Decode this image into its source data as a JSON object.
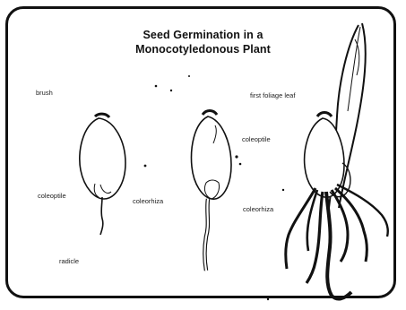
{
  "diagram": {
    "title_line1": "Seed Germination in a",
    "title_line2": "Monocotyledonous Plant",
    "labels": {
      "brush": "brush",
      "first_foliage_leaf": "first foliage leaf",
      "coleoptile_upper": "coleoptile",
      "coleoptile_left": "coleoptile",
      "coleorhiza_middle": "coleorhiza",
      "coleorhiza_right": "coleorhiza",
      "radicle": "radicle"
    }
  }
}
